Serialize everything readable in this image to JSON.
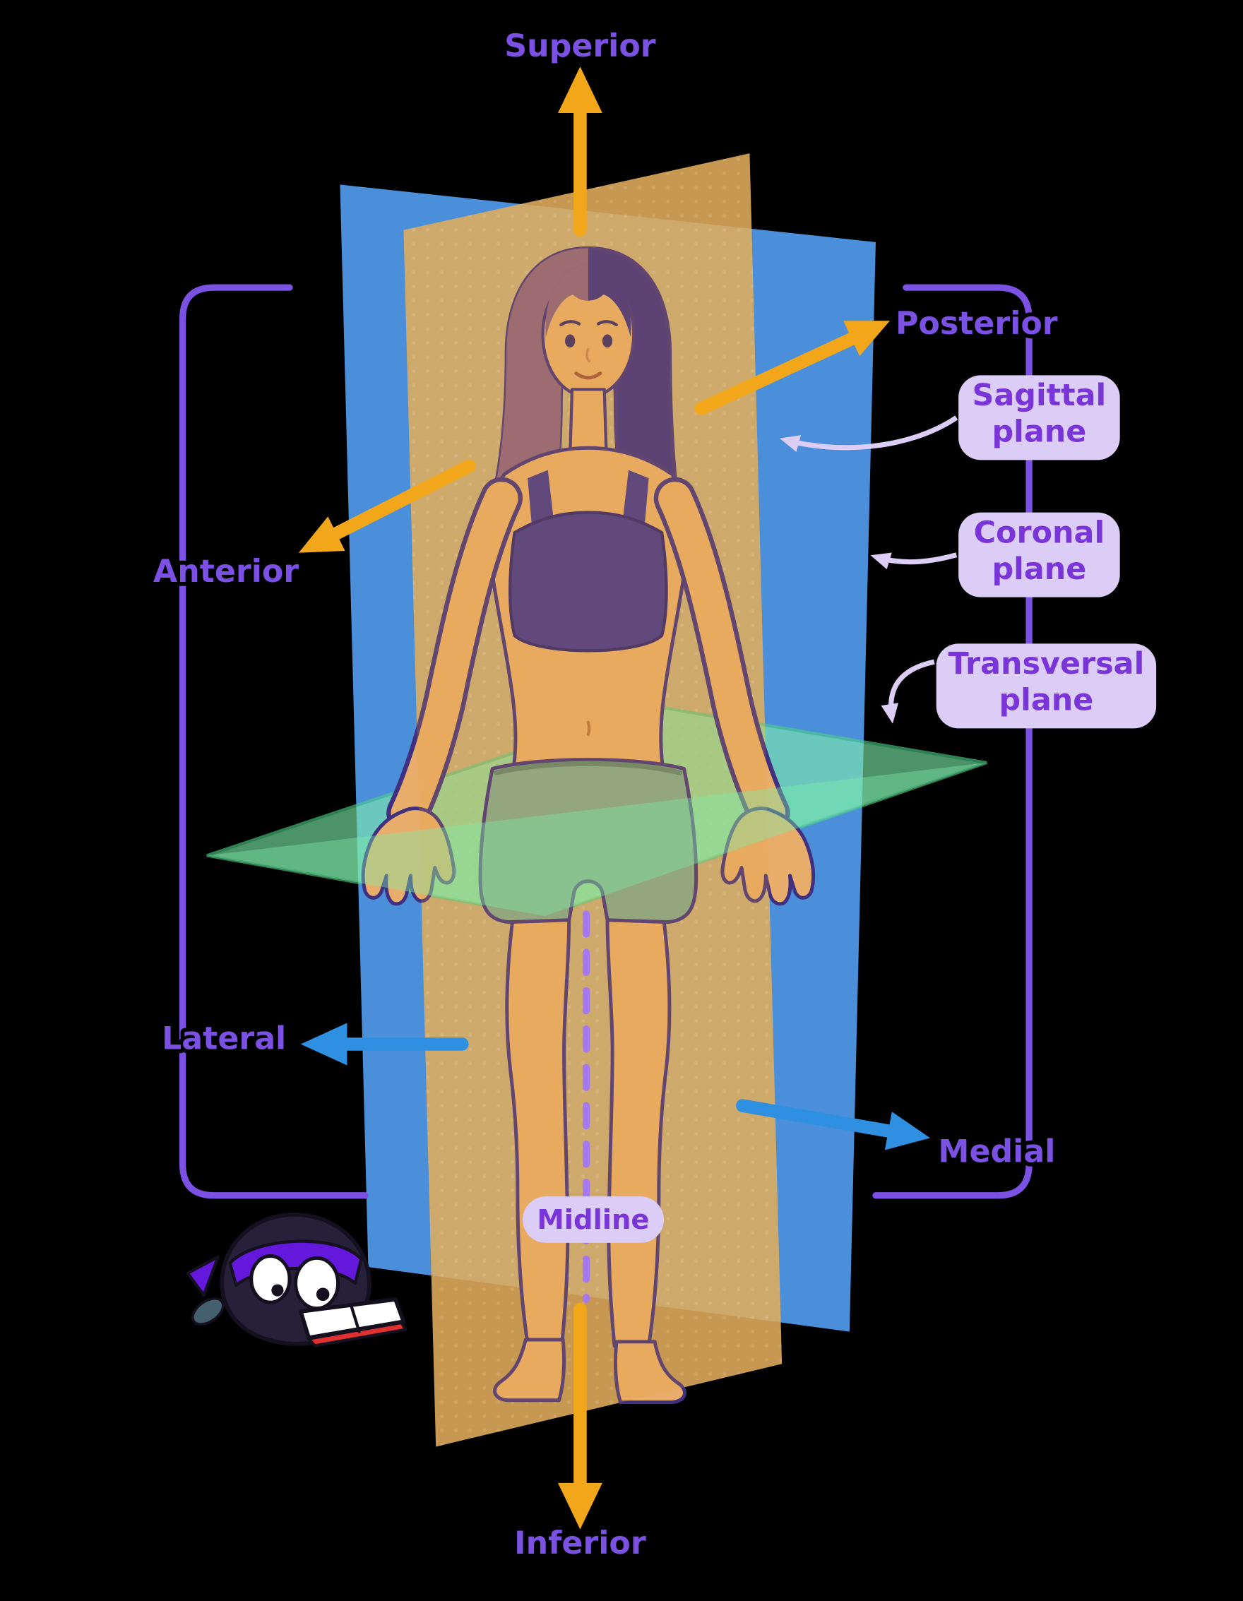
{
  "diagram": {
    "labels": {
      "superior": "Superior",
      "posterior": "Posterior",
      "anterior": "Anterior",
      "lateral": "Lateral",
      "medial": "Medial",
      "inferior": "Inferior",
      "midline": "Midline",
      "sagittal_plane_line1": "Sagittal",
      "sagittal_plane_line2": "plane",
      "coronal_plane_line1": "Coronal",
      "coronal_plane_line2": "plane",
      "transversal_plane_line1": "Transversal",
      "transversal_plane_line2": "plane"
    },
    "colors": {
      "background": "#000000",
      "direction_label": "#7b51e3",
      "bubble_fill": "#dccdf6",
      "bubble_text": "#7a35d8",
      "bracket": "#7b51e3",
      "orange_arrow": "#f2a71b",
      "blue_arrow": "#2f8fe0",
      "light_arrow": "#dccdf6",
      "coronal_plane_blue": "#4f97e6",
      "sagittal_plane_orange": "#dfb26a",
      "transversal_plane_green": "#7dedaa",
      "midline_dash": "#a678f0",
      "skin": "#e8ad6b",
      "hair_left": "#8a6080",
      "hair_right": "#3b2c85",
      "top_garment": "#42348f",
      "shorts": "#7fa892",
      "mascot_body": "#262138",
      "mascot_headband": "#6318dc",
      "book_page": "#ffffff",
      "book_edge": "#e03131"
    }
  }
}
